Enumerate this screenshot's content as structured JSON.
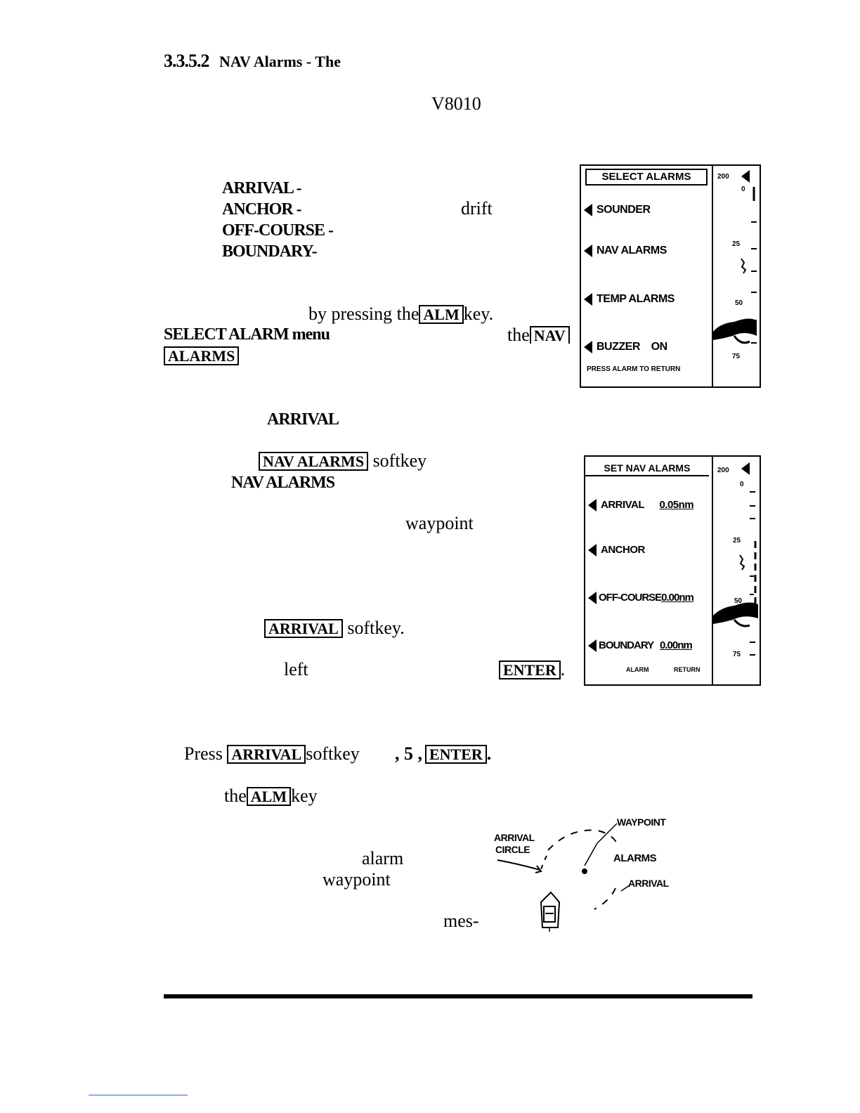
{
  "section": {
    "number": "3.3.5.2",
    "title": "NAV Alarms - The"
  },
  "intro": {
    "model": "V8010"
  },
  "alarm_terms": {
    "arrival": "ARRIVAL -",
    "anchor": "ANCHOR -",
    "anchor_word": "drift",
    "off_course": "OFF-COURSE -",
    "boundary": "BOUNDARY-"
  },
  "access": {
    "pressing_text": "by pressing the",
    "alm_key": "ALM",
    "key_suffix": "key.",
    "menu_text": "SELECT ALARM menu",
    "the_word": "the",
    "nav_key_a": "NAV",
    "nav_key_b": "ALARMS"
  },
  "select_alarms_screen": {
    "title": "SELECT ALARMS",
    "items": [
      "SOUNDER",
      "NAV ALARMS",
      "TEMP ALARMS",
      "BUZZER    ON"
    ],
    "footer": "PRESS ALARM TO RETURN",
    "scale": {
      "top": "200",
      "t1": "0",
      "t2": "25",
      "t3": "50",
      "t4": "75"
    }
  },
  "arrival_section": {
    "heading": "ARRIVAL",
    "nav_alarms_key": "NAV ALARMS",
    "softkey_word": "softkey",
    "menu_name": "NAV ALARMS",
    "waypoint_word": "waypoint",
    "arrival_key": "ARRIVAL",
    "softkey_dot": "softkey.",
    "left_word": "left",
    "enter_key": "ENTER",
    "period": "."
  },
  "set_nav_alarms_screen": {
    "title": "SET NAV ALARMS",
    "items": [
      {
        "label": "ARRIVAL",
        "value": "0.05nm"
      },
      {
        "label": "ANCHOR",
        "value": ""
      },
      {
        "label": "OFF-COURSE",
        "value": "0.00nm"
      },
      {
        "label": "BOUNDARY",
        "value": "0.00nm"
      }
    ],
    "footer_left": "ALARM",
    "footer_right": "RETURN",
    "scale": {
      "top": "200",
      "t1": "0",
      "t2": "25",
      "t3": "50",
      "t4": "75"
    }
  },
  "example": {
    "press_word": "Press",
    "arrival_key": "ARRIVAL",
    "softkey_word": "softkey",
    "digits": ", 5 ,",
    "enter_key": "ENTER",
    "period": ".",
    "the_word": "the",
    "alm_key": "ALM",
    "key_word": "key",
    "alarm_word": "alarm",
    "waypoint_word": "waypoint",
    "mes_word": "mes-"
  },
  "diagram": {
    "waypoint_label": "WAYPOINT",
    "arrival_circle_label_a": "ARRIVAL",
    "arrival_circle_label_b": "CIRCLE",
    "alarms_label": "ALARMS",
    "arrival_label": "ARRIVAL"
  }
}
